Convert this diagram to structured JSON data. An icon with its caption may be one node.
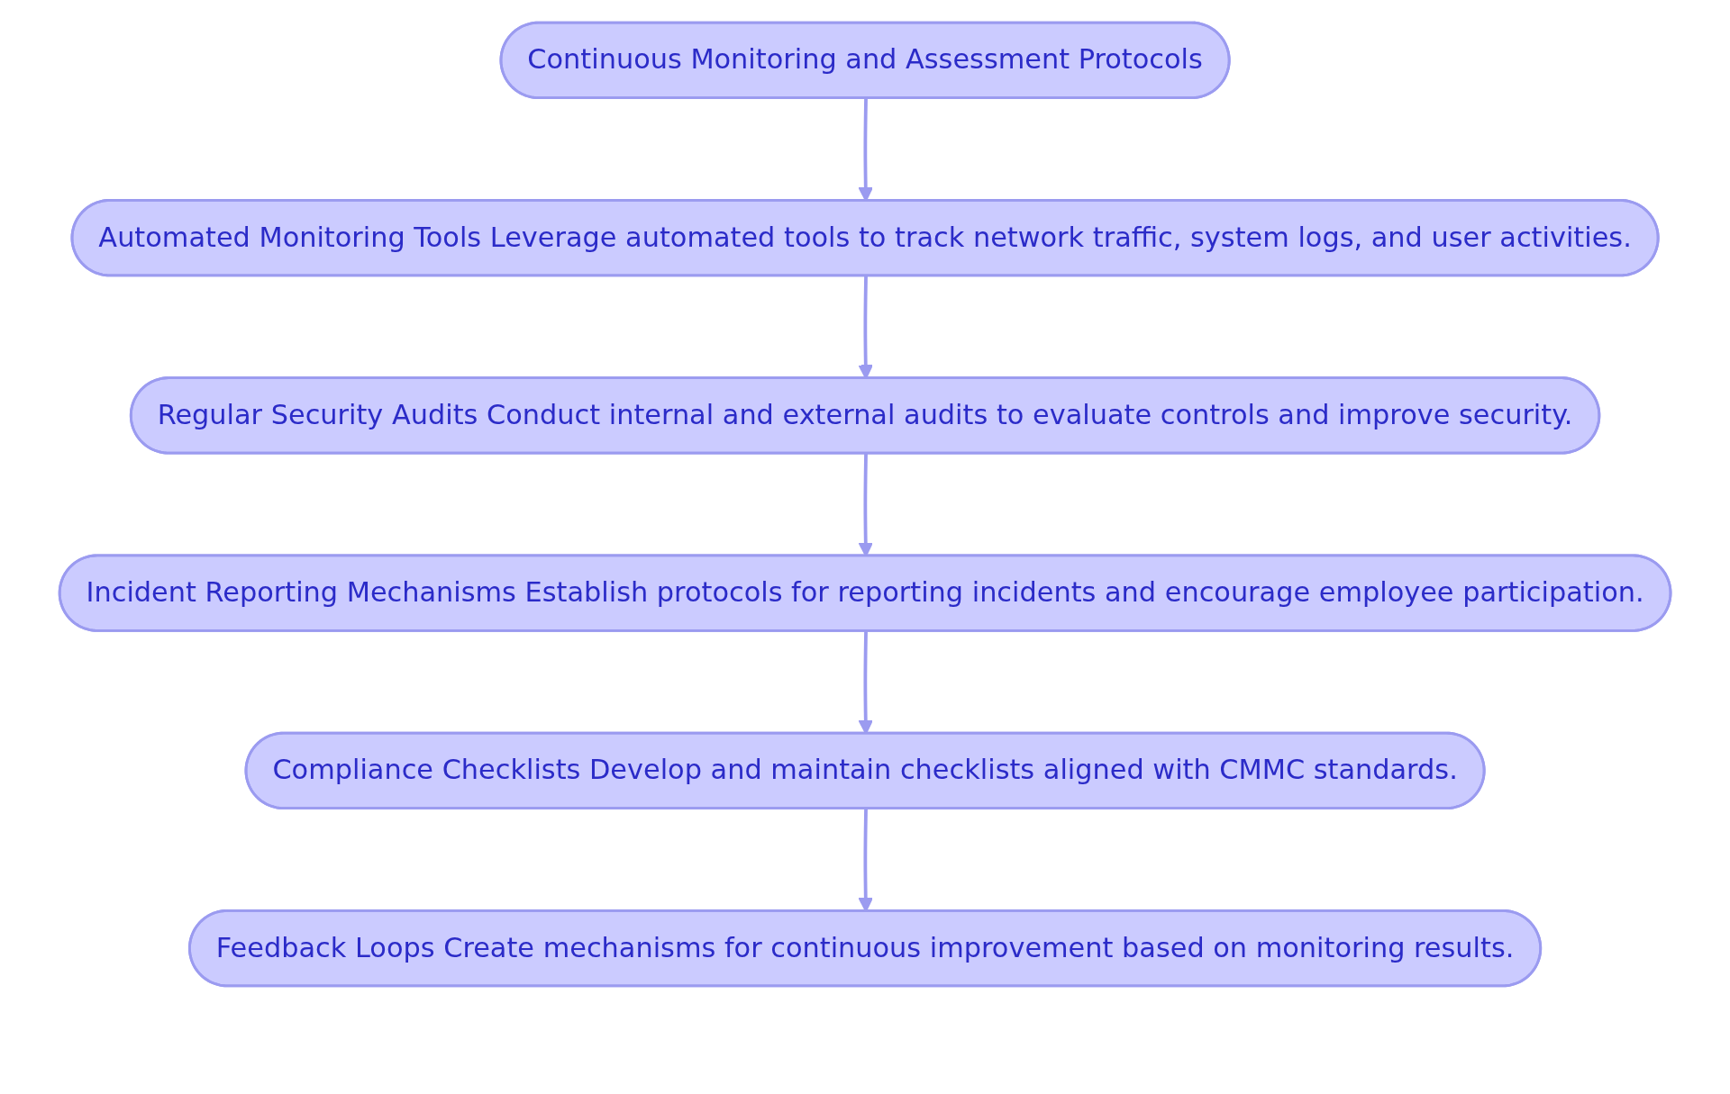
{
  "diagram": {
    "nodes": [
      {
        "text": [
          "Continuous Monitoring and Assessment Protocols"
        ]
      },
      {
        "text": [
          "Automated Monitoring Tools Leverage automated tools to track network traffic, system logs, and user activities."
        ]
      },
      {
        "text": [
          "Regular Security Audits Conduct internal and external audits to evaluate controls and improve security."
        ]
      },
      {
        "text": [
          "Incident Reporting Mechanisms Establish protocols for reporting incidents and encourage employee participation."
        ]
      },
      {
        "text": [
          "Compliance Checklists Develop and maintain checklists aligned with CMMC standards."
        ]
      },
      {
        "text": [
          "Feedback Loops Create mechanisms for continuous improvement based on monitoring results."
        ]
      }
    ],
    "edges": [
      {
        "from": 0,
        "to": 1,
        "arrow": "to"
      },
      {
        "from": 1,
        "to": 2,
        "arrow": "to"
      },
      {
        "from": 2,
        "to": 3,
        "arrow": "to"
      },
      {
        "from": 3,
        "to": 4,
        "arrow": "to"
      },
      {
        "from": 4,
        "to": 5,
        "arrow": "to"
      }
    ]
  }
}
